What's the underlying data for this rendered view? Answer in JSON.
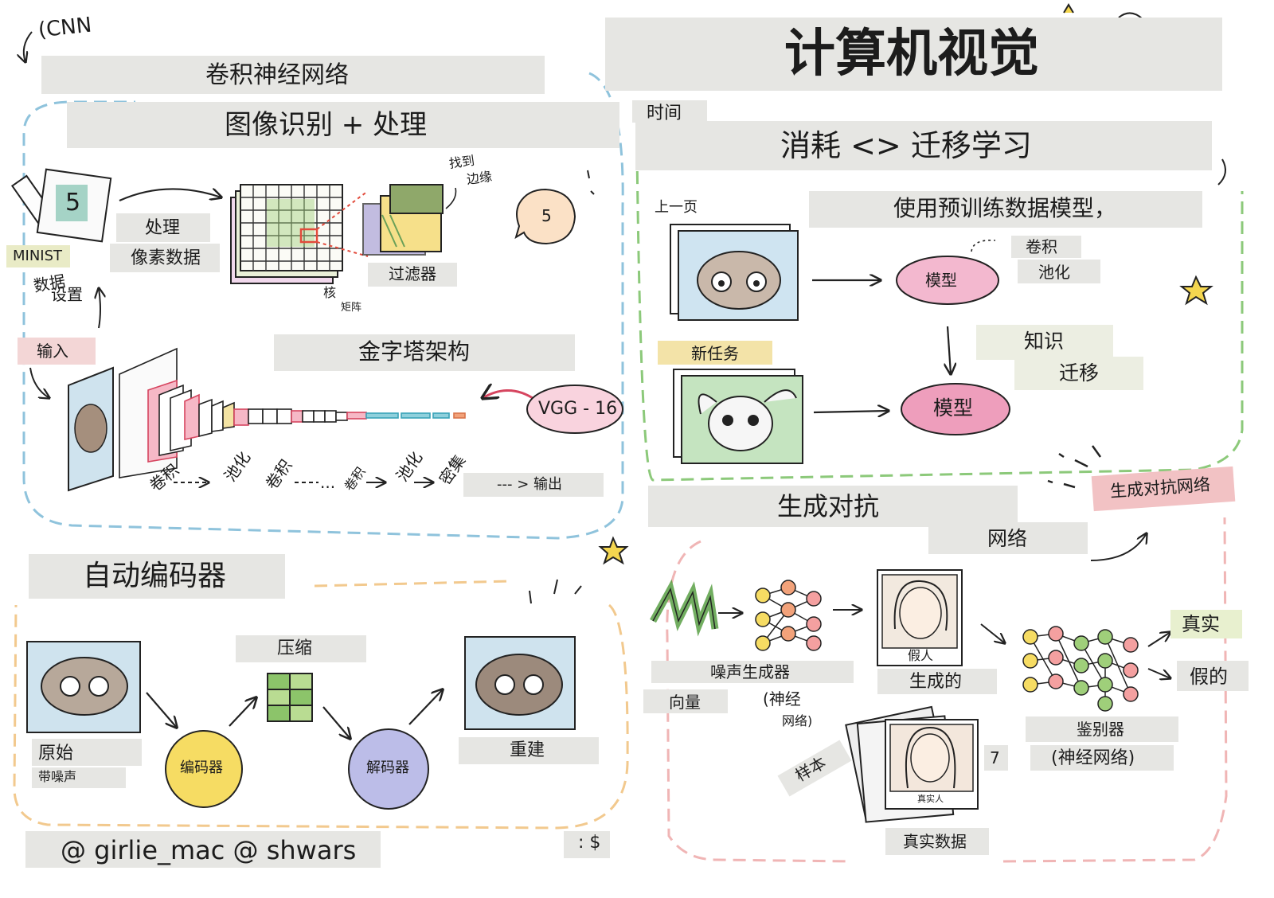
{
  "title": "计算机视觉",
  "cnn": {
    "tag": "(CNN",
    "title": "卷积神经网络",
    "subtitle": "图像识别 + 处理",
    "digit": "5",
    "dataset": "MINIST",
    "dataset_label_1": "数据",
    "dataset_label_2": "设置",
    "process_1": "处理",
    "process_2": "像素数据",
    "kernel_1": "核",
    "kernel_2": "矩阵",
    "filter": "过滤器",
    "find_1": "找到",
    "find_2": "边缘",
    "bubble_digit": "5",
    "input": "输入",
    "pyramid": "金字塔架构",
    "vgg": "VGG - 16",
    "steps": [
      "卷积",
      "池化",
      "卷积",
      "...",
      "卷积",
      "池化",
      "密集"
    ],
    "output": "--- > 输出"
  },
  "transfer": {
    "time_label": "时间",
    "title": "消耗 <> 迁移学习",
    "subtitle": "使用预训练数据模型，",
    "prev_page": "上一页",
    "model_1": "模型",
    "conv": "卷积",
    "pool": "池化",
    "new_task": "新任务",
    "knowledge": "知识",
    "migrate": "迁移",
    "model_2": "模型"
  },
  "autoencoder": {
    "title": "自动编码器",
    "compress": "压缩",
    "original": "原始",
    "noisy": "带噪声",
    "encoder": "编码器",
    "decoder": "解码器",
    "rebuild": "重建"
  },
  "gan": {
    "title": "生成对抗",
    "title_2": "网络",
    "tag": "生成对抗网络",
    "noise_gen": "噪声生成器",
    "vector": "向量",
    "nn_1": "(神经",
    "nn_2": "网络)",
    "fake_caption": "假人",
    "generated": "生成的",
    "discriminator": "鉴别器",
    "disc_nn": "(神经网络)",
    "real": "真实",
    "fake": "假的",
    "sample": "样本",
    "number": "7",
    "real_caption": "真实人",
    "real_data": "真实数据"
  },
  "credits": {
    "handle": "@ girlie_mac @ shwars",
    "corner": ": $"
  },
  "colors": {
    "cnn_border": "#8fc3dc",
    "transfer_border": "#8cc97a",
    "auto_border": "#f2c98e",
    "gan_border": "#f0b5b5",
    "model_pink": "#f3b8cf",
    "encoder_yellow": "#f6dc63",
    "decoder_lavender": "#bcbde8",
    "tape_grey": "#e6e6e3"
  }
}
